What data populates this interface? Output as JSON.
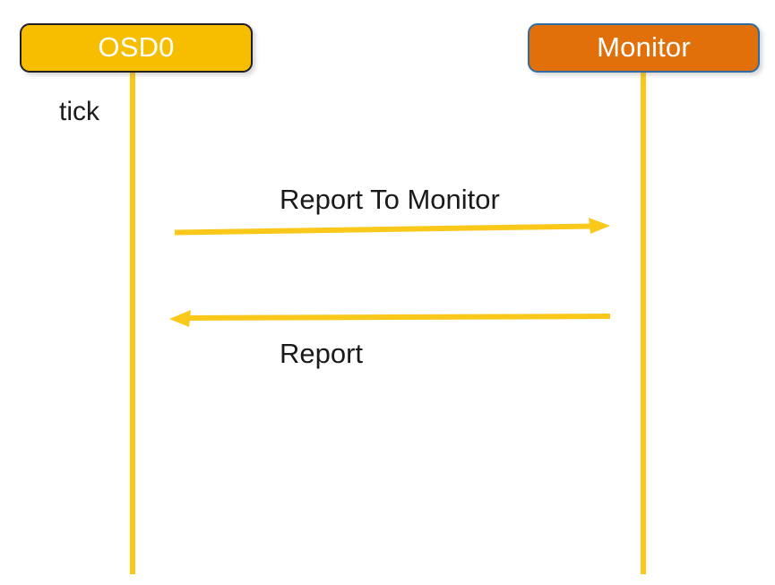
{
  "diagram": {
    "type": "sequence-diagram",
    "background_color": "#FFFFFF",
    "participants": [
      {
        "id": "osd0",
        "label": "OSD0",
        "fill_color": "#F7BE00",
        "border_color": "#231F20",
        "text_color": "#FFFFFF",
        "lifeline_color": "#FAC81A"
      },
      {
        "id": "monitor",
        "label": "Monitor",
        "fill_color": "#E2700A",
        "border_color": "#2E6DA4",
        "text_color": "#FFFFFF",
        "lifeline_color": "#FAC81A"
      }
    ],
    "annotations": [
      {
        "id": "tick",
        "label": "tick",
        "attached_to": "osd0",
        "text_color": "#1A1A1A"
      }
    ],
    "messages": [
      {
        "id": "report-to-monitor",
        "label": "Report To Monitor",
        "from": "osd0",
        "to": "monitor",
        "direction": "right",
        "arrow_color": "#FAC81A",
        "label_position": "above"
      },
      {
        "id": "report",
        "label": "Report",
        "from": "monitor",
        "to": "osd0",
        "direction": "left",
        "arrow_color": "#FAC81A",
        "label_position": "below"
      }
    ]
  }
}
